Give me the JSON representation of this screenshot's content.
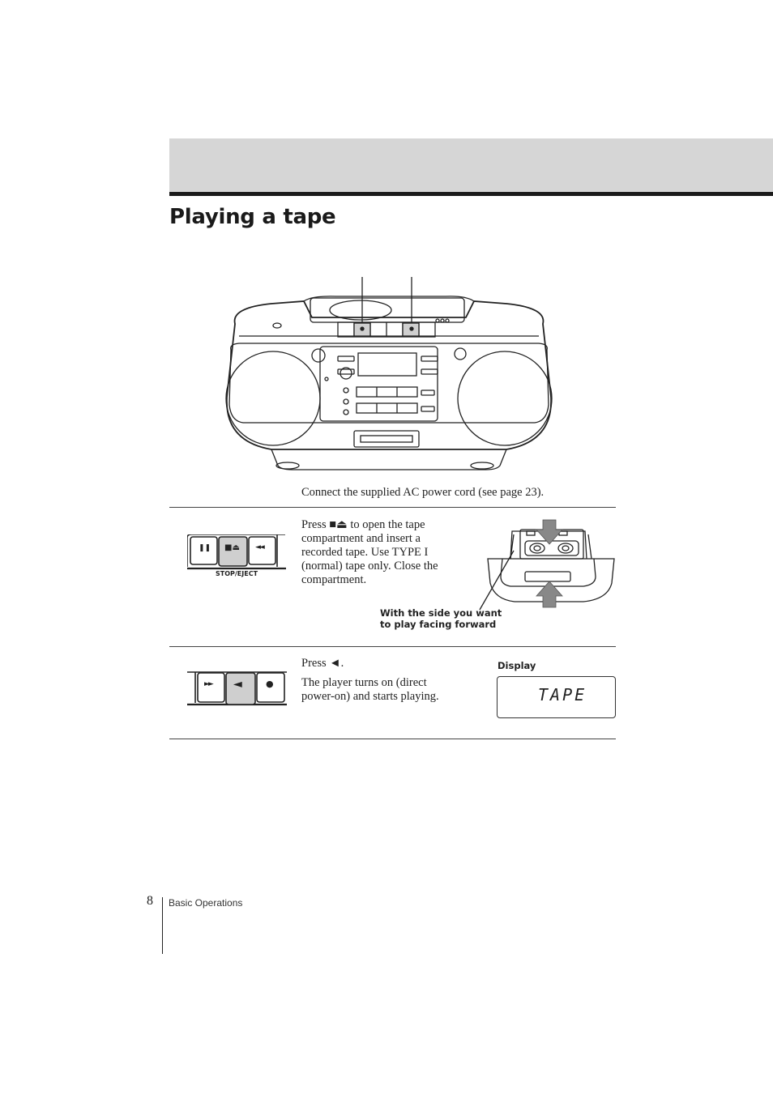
{
  "header": {
    "title": "Playing a tape"
  },
  "step1": {
    "text": "Connect the supplied AC power cord (see page 23)."
  },
  "step2": {
    "button_label": "STOP/EJECT",
    "text_lines": [
      "Press ■⏏ to open the tape",
      "compartment and insert a",
      "recorded tape. Use TYPE I",
      "(normal) tape only. Close the",
      "compartment."
    ],
    "callout_lines": [
      "With the side you want",
      "to play facing forward"
    ]
  },
  "step3": {
    "press_text": "Press ◄.",
    "text_lines": [
      "The player turns on (direct",
      "power-on) and starts playing."
    ],
    "display_label": "Display",
    "display_value": "TAPE"
  },
  "footer": {
    "page_number": "8",
    "section": "Basic Operations"
  },
  "icons": {
    "pause": "❚❚",
    "stop_eject": "■⏏",
    "rewind": "◄◄",
    "fast_forward": "►►",
    "play": "◄",
    "record": "●"
  }
}
